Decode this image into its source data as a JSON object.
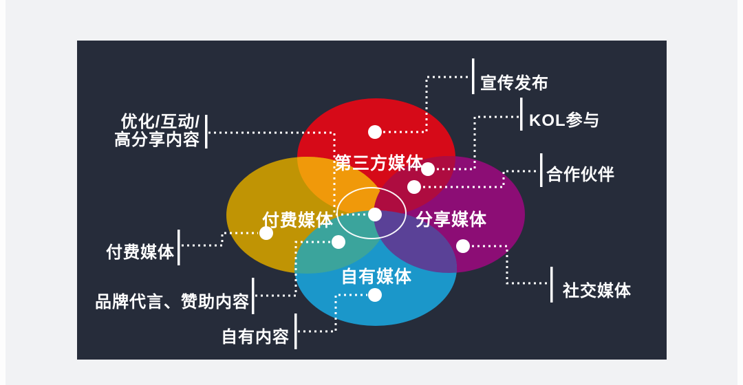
{
  "page": {
    "background": "#f1f2f4",
    "gutter_color": "#fdfdfd",
    "panel_color": "#262c3a"
  },
  "venn": {
    "connector_color": "#ffffff",
    "dot_color": "#ffffff",
    "tick_color": "#ffffff",
    "ring_color": "#ffffff",
    "sets": [
      {
        "name": "third-party-media",
        "label": "第三方媒体",
        "color": "#d60a18"
      },
      {
        "name": "paid-media",
        "label": "付费媒体",
        "color": "#c09404"
      },
      {
        "name": "shared-media",
        "label": "分享媒体",
        "color": "#8c0d75"
      },
      {
        "name": "owned-media",
        "label": "自有媒体",
        "color": "#1b97ca"
      }
    ],
    "overlaps": {
      "third_paid": "#f0990a",
      "third_shared": "#ae0c40",
      "paid_owned": "#3ba49c",
      "shared_owned": "#5a4197"
    },
    "callouts": [
      {
        "name": "optimized-content",
        "line1": "优化/互动/",
        "line2": "高分享内容",
        "target": "center-all-four"
      },
      {
        "name": "publicity-release",
        "label": "宣传发布",
        "target": "third-party-media"
      },
      {
        "name": "kol-participation",
        "label": "KOL参与",
        "target": "third-party-shared-overlap"
      },
      {
        "name": "partners",
        "label": "合作伙伴",
        "target": "third-party-shared-overlap"
      },
      {
        "name": "social-media",
        "label": "社交媒体",
        "target": "shared-media"
      },
      {
        "name": "paid-media-callout",
        "label": "付费媒体",
        "target": "paid-media"
      },
      {
        "name": "brand-endorsement",
        "label": "品牌代言、赞助内容",
        "target": "paid-owned-overlap"
      },
      {
        "name": "owned-content",
        "label": "自有内容",
        "target": "owned-media"
      }
    ]
  }
}
